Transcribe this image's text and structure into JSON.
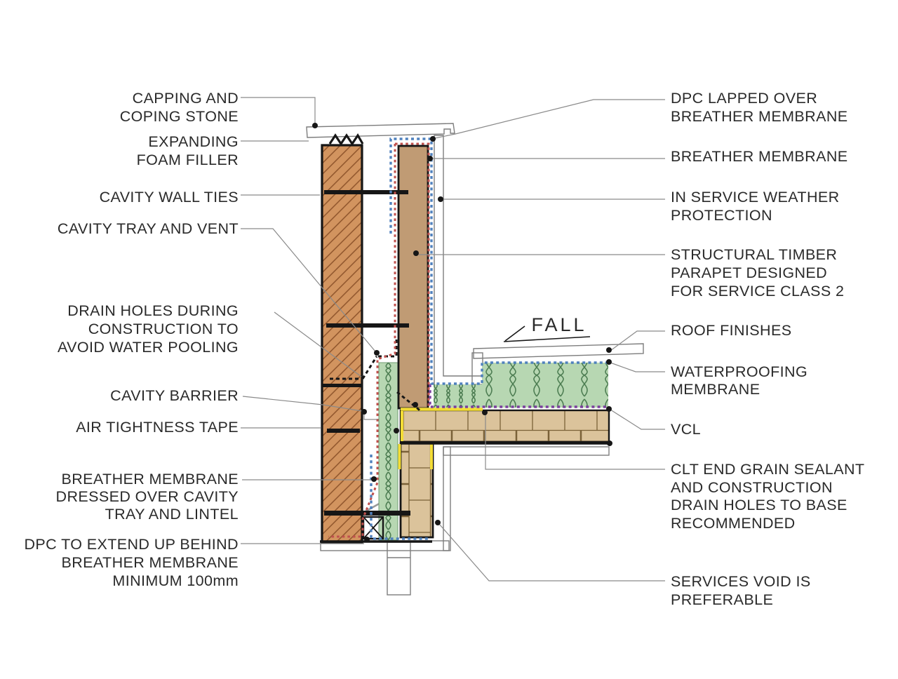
{
  "drawing_type": "parapet construction detail section",
  "labels_left": [
    {
      "id": "capping",
      "lines": [
        "CAPPING AND",
        "COPING STONE"
      ]
    },
    {
      "id": "foam",
      "lines": [
        "EXPANDING",
        "FOAM FILLER"
      ]
    },
    {
      "id": "wall-ties",
      "lines": [
        "CAVITY WALL TIES"
      ]
    },
    {
      "id": "cavity-tray",
      "lines": [
        "CAVITY TRAY AND VENT"
      ]
    },
    {
      "id": "drain-holes",
      "lines": [
        "DRAIN HOLES DURING",
        "CONSTRUCTION TO",
        "AVOID WATER POOLING"
      ]
    },
    {
      "id": "cavity-barrier",
      "lines": [
        "CAVITY BARRIER"
      ]
    },
    {
      "id": "air-tape",
      "lines": [
        "AIR TIGHTNESS TAPE"
      ]
    },
    {
      "id": "breather-dressed",
      "lines": [
        "BREATHER MEMBRANE",
        "DRESSED OVER CAVITY",
        "TRAY AND LINTEL"
      ]
    },
    {
      "id": "dpc-extend",
      "lines": [
        "DPC TO EXTEND UP BEHIND",
        "BREATHER MEMBRANE",
        "MINIMUM 100mm"
      ]
    }
  ],
  "labels_right": [
    {
      "id": "dpc-lapped",
      "lines": [
        "DPC LAPPED OVER",
        "BREATHER MEMBRANE"
      ]
    },
    {
      "id": "breather",
      "lines": [
        "BREATHER MEMBRANE"
      ]
    },
    {
      "id": "weather",
      "lines": [
        "IN SERVICE WEATHER",
        "PROTECTION"
      ]
    },
    {
      "id": "structural",
      "lines": [
        "STRUCTURAL TIMBER",
        "PARAPET DESIGNED",
        "FOR SERVICE CLASS 2"
      ]
    },
    {
      "id": "roof-finishes",
      "lines": [
        "ROOF FINISHES"
      ]
    },
    {
      "id": "waterproofing",
      "lines": [
        "WATERPROOFING",
        "MEMBRANE"
      ]
    },
    {
      "id": "vcl",
      "lines": [
        "VCL"
      ]
    },
    {
      "id": "clt-sealant",
      "lines": [
        "CLT END GRAIN SEALANT",
        "AND CONSTRUCTION",
        "DRAIN HOLES TO BASE",
        "RECOMMENDED"
      ]
    },
    {
      "id": "services-void",
      "lines": [
        "SERVICES VOID IS",
        "PREFERABLE"
      ]
    }
  ],
  "annotations": {
    "fall": "FALL"
  },
  "colors": {
    "text": "#2a2a2a",
    "ink": "#161616",
    "leader": "#8a8a8a",
    "brick": "#d2945f",
    "brick_line": "#8a5028",
    "timber": "#c09b74",
    "grey": "#c9c9c9",
    "insulation": "#b7d7b2",
    "insulation_line": "#4d7d52",
    "clt": "#dbc39b",
    "clt_line": "#7a6138",
    "sealant_yellow": "#f3dc35",
    "membrane_blue": "#4f81bd",
    "membrane_red": "#c0504d",
    "vcl_purple": "#7a3f9d"
  }
}
